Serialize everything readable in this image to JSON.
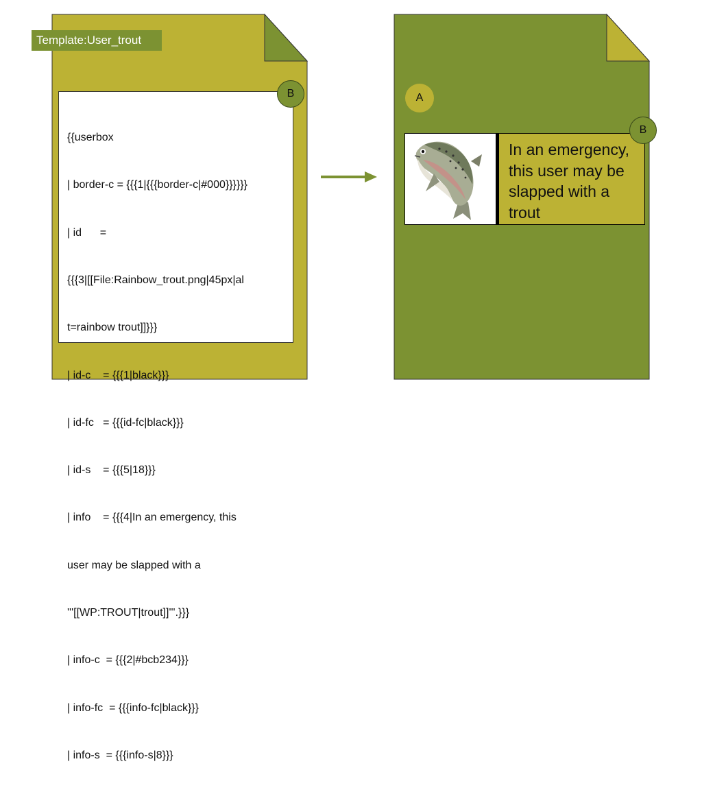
{
  "template_tag": "Template:User_trout",
  "code_lines": [
    "{{userbox",
    "| border-c = {{{1|{{{border-c|#000}}}}}}",
    "| id      =",
    "{{{3|[[File:Rainbow_trout.png|45px|al",
    "t=rainbow trout]]}}}",
    "| id-c    = {{{1|black}}}",
    "| id-fc   = {{{id-fc|black}}}",
    "| id-s    = {{{5|18}}}",
    "| info    = {{{4|In an emergency, this",
    "user may be slapped with a",
    "'''[[WP:TROUT|trout]]'''.}}}",
    "| info-c  = {{{2|#bcb234}}}",
    "| info-fc  = {{{info-fc|black}}}",
    "| info-s  = {{{info-s|8}}}",
    "}}"
  ],
  "label_a": "A",
  "label_b_left": "B",
  "label_b_right": "B",
  "userbox": {
    "info_text": "In an emergency, this user may be slapped with a trout",
    "image_icon": "rainbow-trout-icon"
  },
  "colors": {
    "olive_yellow": "#bcb234",
    "olive_green": "#7c9232",
    "border": "#000000"
  }
}
